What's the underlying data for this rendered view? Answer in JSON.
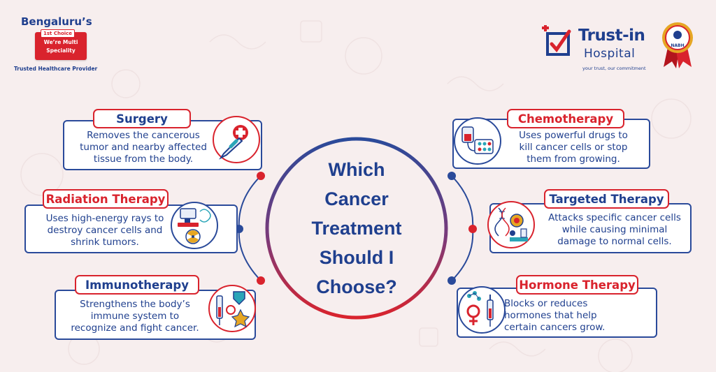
{
  "brand_left": {
    "city": "Bengaluru’s",
    "badge_small": "1st Choice",
    "badge_line1": "We’re Multi",
    "badge_line2": "Speciality",
    "tagline": "Trusted Healthcare Provider"
  },
  "brand_right": {
    "name_line1": "Trust-in",
    "name_line2": "Hospital",
    "slogan": "your trust, our commitment",
    "seal_text": "NABH"
  },
  "center": {
    "title_lines": [
      "Which",
      "Cancer",
      "Treatment",
      "Should I",
      "Choose?"
    ]
  },
  "treatments": [
    {
      "title": "Surgery",
      "lines": [
        "Removes the cancerous",
        "tumor and nearby affected",
        "tissue from the body."
      ],
      "icon": "scalpel-medical-cross-icon"
    },
    {
      "title": "Radiation Therapy",
      "lines": [
        "Uses high-energy rays to",
        "destroy cancer cells and",
        "shrink tumors."
      ],
      "icon": "radiation-machine-icon"
    },
    {
      "title": "Immunotherapy",
      "lines": [
        "Strengthens the body’s",
        "immune system to",
        "recognize and fight cancer."
      ],
      "icon": "syringe-cells-shield-icon"
    },
    {
      "title": "Chemotherapy",
      "lines": [
        "Uses powerful drugs to",
        "kill cancer cells or stop",
        "them from growing."
      ],
      "icon": "iv-drip-pills-icon"
    },
    {
      "title": "Targeted Therapy",
      "lines": [
        "Attacks specific cancer cells",
        "while causing minimal",
        "damage to normal cells."
      ],
      "icon": "dna-target-cell-icon"
    },
    {
      "title": "Hormone Therapy",
      "lines": [
        "Blocks or reduces",
        "hormones that help",
        "certain cancers grow."
      ],
      "icon": "female-symbol-syringe-icon"
    }
  ],
  "colors": {
    "primary_blue": "#1f3f8e",
    "accent_red": "#d9232d",
    "background": "#f7eeee"
  }
}
